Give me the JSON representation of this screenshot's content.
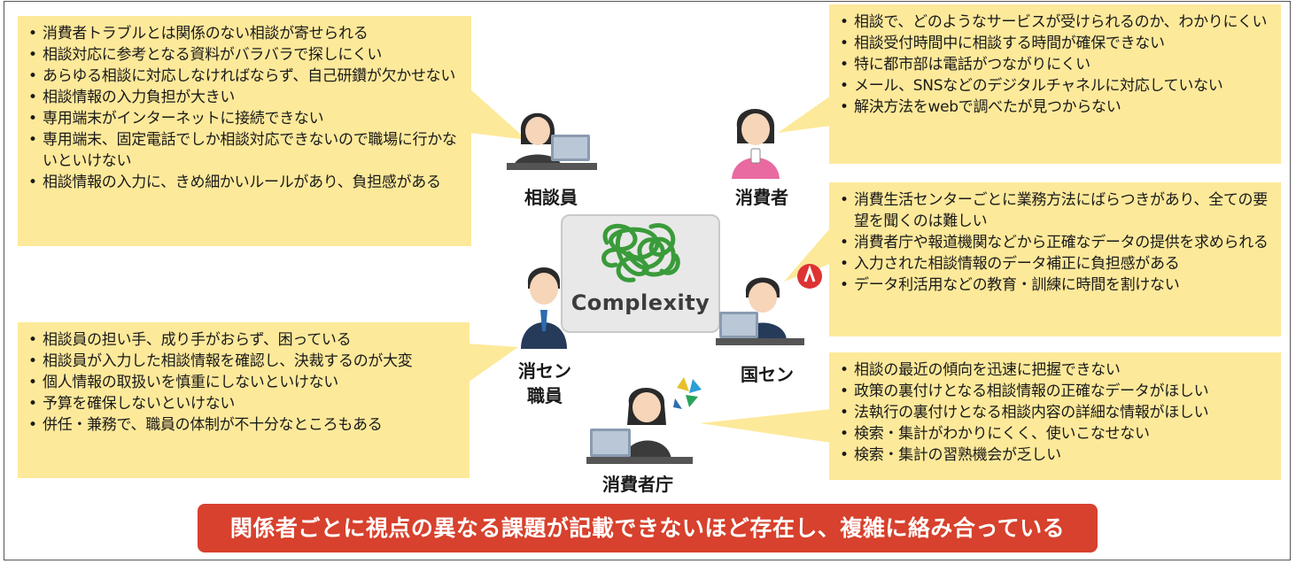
{
  "diagram": {
    "center_label": "Complexity",
    "actors": {
      "soudanin": {
        "label": "相談員",
        "issues": [
          "消費者トラブルとは関係のない相談が寄せられる",
          "相談対応に参考となる資料がバラバラで探しにくい",
          "あらゆる相談に対応しなければならず、自己研鑽が欠かせない",
          "相談情報の入力負担が大きい",
          "専用端末がインターネットに接続できない",
          "専用端末、固定電話でしか相談対応できないので職場に行かないといけない",
          "相談情報の入力に、きめ細かいルールがあり、負担感がある"
        ]
      },
      "shohisha": {
        "label": "消費者",
        "issues": [
          "相談で、どのようなサービスが受けられるのか、わかりにくい",
          "相談受付時間中に相談する時間が確保できない",
          "特に都市部は電話がつながりにくい",
          "メール、SNSなどのデジタルチャネルに対応していない",
          "解決方法をwebで調べたが見つからない"
        ]
      },
      "kokusen": {
        "label": "国セン",
        "issues": [
          "消費生活センターごとに業務方法にばらつきがあり、全ての要望を聞くのは難しい",
          "消費者庁や報道機関などから正確なデータの提供を求められる",
          "入力された相談情報のデータ補正に負担感がある",
          "データ利活用などの教育・訓練に時間を割けない"
        ]
      },
      "shosen": {
        "label_line1": "消セン",
        "label_line2": "職員",
        "issues": [
          "相談員の担い手、成り手がおらず、困っている",
          "相談員が入力した相談情報を確認し、決裁するのが大変",
          "個人情報の取扱いを慎重にしないといけない",
          "予算を確保しないといけない",
          "併任・兼務で、職員の体制が不十分なところもある"
        ]
      },
      "shohishacho": {
        "label": "消費者庁",
        "issues": [
          "相談の最近の傾向を迅速に把握できない",
          "政策の裏付けとなる相談情報の正確なデータがほしい",
          "法執行の裏付けとなる相談内容の詳細な情報がほしい",
          "検索・集計がわかりにくく、使いこなせない",
          "検索・集計の習熟機会が乏しい"
        ]
      }
    },
    "conclusion": "関係者ごとに視点の異なる課題が記載できないほど存在し、複雑に絡み合っている",
    "colors": {
      "note_bg": "#fde99a",
      "banner_bg": "#d7412d",
      "center_box": "#e8e8e8",
      "tangle_green": "#3a9b3a"
    }
  }
}
